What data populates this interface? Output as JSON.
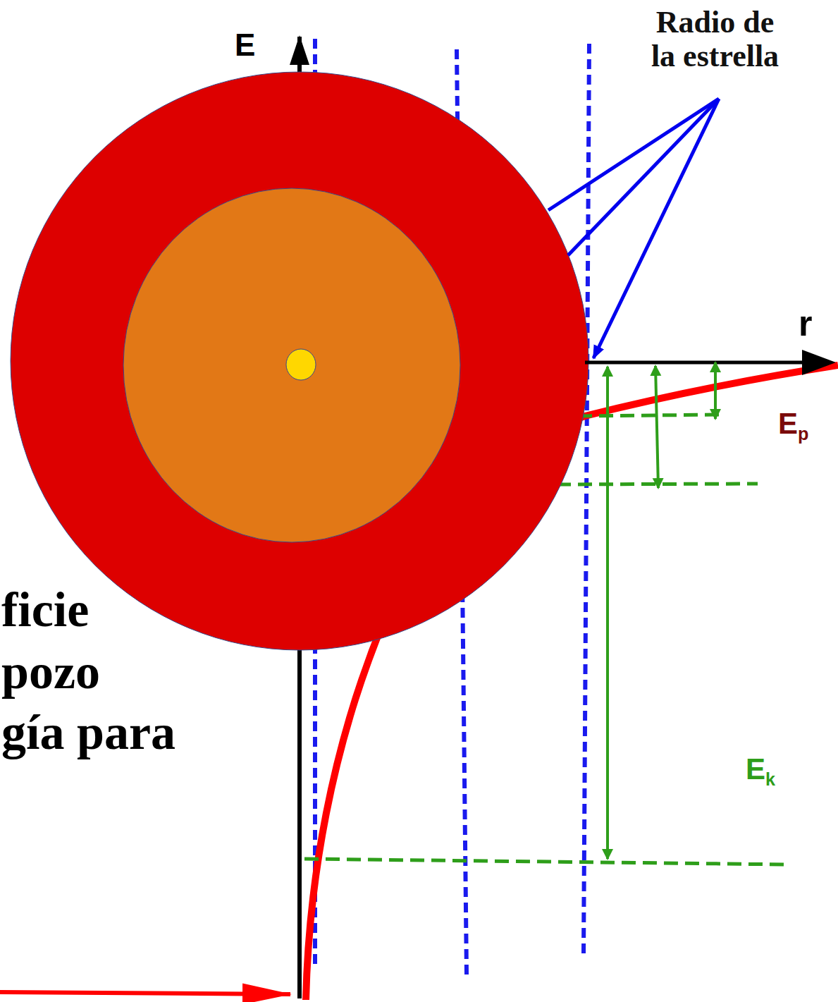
{
  "diagram": {
    "labels": [
      "E",
      "r",
      "Radio de la estrella",
      "Ep",
      "Ek",
      "ficie",
      "pozo",
      "gía para"
    ]
  }
}
